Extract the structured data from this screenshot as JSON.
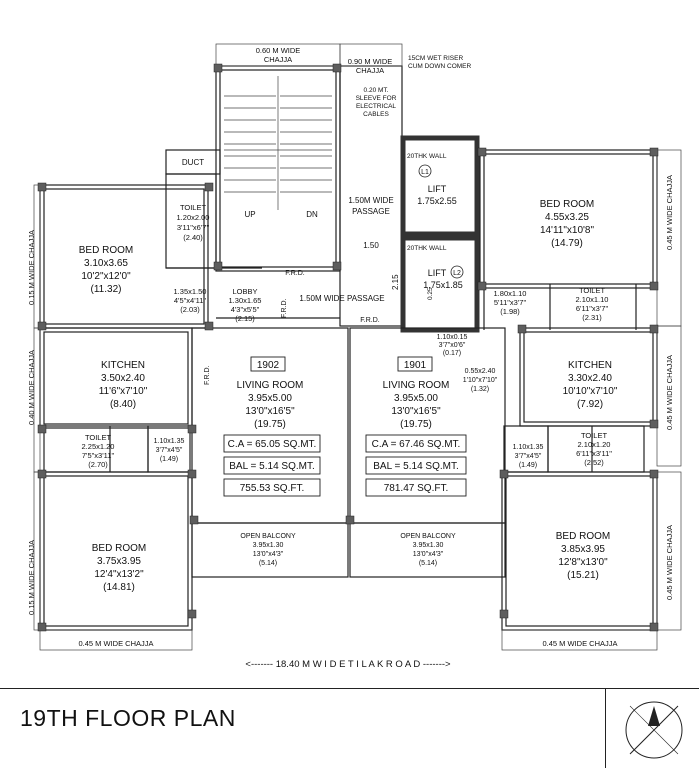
{
  "title": "19TH FLOOR PLAN",
  "road_label": "<------- 18.40 M   W I D E   T I L A K   R O A D ------->",
  "chajjas": {
    "top_stair": [
      "0.60 M WIDE",
      "CHAJJA"
    ],
    "top_passage": [
      "0.90 M WIDE",
      "CHAJJA"
    ],
    "left_top": "0.15 M WIDE CHAJJA",
    "left_mid": "0.40 M WIDE CHAJJA",
    "left_bottom": "0.15 M WIDE CHAJJA",
    "right_top": "0.45 M WIDE CHAJJA",
    "right_mid": "0.45 M WIDE CHAJJA",
    "right_bottom": "0.45 M WIDE CHAJJA",
    "bottom_left": "0.45 M WIDE CHAJJA",
    "bottom_right": "0.45 M WIDE CHAJJA"
  },
  "notes": {
    "wet_riser": [
      "15CM  WET RISER",
      "CUM DOWN COMER"
    ],
    "sleeve": [
      "0.20 MT.",
      "SLEEVE FOR",
      "ELECTRICAL",
      "CABLES"
    ],
    "wall_20thk_1": "20THK WALL",
    "wall_20thk_2": "20THK WALL",
    "duct": "DUCT",
    "passage_top": [
      "1.50M WIDE",
      "PASSAGE"
    ],
    "passage_dim": "1.50",
    "passage_mid": "1.50M WIDE PASSAGE",
    "dim_215": "2.15",
    "dim_025": "0.25",
    "frd": "F.R.D.",
    "stair_up": "UP",
    "stair_dn": "DN"
  },
  "lifts": [
    {
      "name": "LIFT",
      "badge": "L1",
      "size": "1.75x2.55"
    },
    {
      "name": "LIFT",
      "badge": "L2",
      "size": "1.75x1.85"
    }
  ],
  "rooms": {
    "bed_top_left": {
      "name": "BED ROOM",
      "size": "3.10x3.65",
      "imperial": "10'2\"x12'0\"",
      "area": "(11.32)"
    },
    "toilet_top_left": {
      "name": "TOILET",
      "size": "1.20x2.00",
      "imperial": "3'11\"x6'7\"",
      "area": "(2.40)"
    },
    "dress_left": {
      "size": "1.35x1.50",
      "imperial": "4'5\"x4'11\"",
      "area": "(2.03)"
    },
    "lobby": {
      "name": "LOBBY",
      "size": "1.30x1.65",
      "imperial": "4'3\"x5'5\"",
      "area": "(2.15)"
    },
    "bed_top_right": {
      "name": "BED ROOM",
      "size": "4.55x3.25",
      "imperial": "14'11\"x10'8\"",
      "area": "(14.79)"
    },
    "dress_right": {
      "size": "1.80x1.10",
      "imperial": "5'11\"x3'7\"",
      "area": "(1.98)"
    },
    "toilet_top_right": {
      "name": "TOILET",
      "size": "2.10x1.10",
      "imperial": "6'11\"x3'7\"",
      "area": "(2.31)"
    },
    "kitchen_left": {
      "name": "KITCHEN",
      "size": "3.50x2.40",
      "imperial": "11'6\"x7'10\"",
      "area": "(8.40)"
    },
    "kitchen_right": {
      "name": "KITCHEN",
      "size": "3.30x2.40",
      "imperial": "10'10\"x7'10\"",
      "area": "(7.92)"
    },
    "passage_small": {
      "size": "1.10x0.15",
      "imperial": "3'7\"x0'6\"",
      "area": "(0.17)"
    },
    "pass_right": {
      "size": "0.55x2.40",
      "imperial": "1'10\"x7'10\"",
      "area": "(1.32)"
    },
    "toilet_mid_left": {
      "name": "TOILET",
      "size": "2.25x1.20",
      "imperial": "7'5\"x3'11\"",
      "area": "(2.70)"
    },
    "pass_mid_left": {
      "size": "1.10x1.35",
      "imperial": "3'7\"x4'5\"",
      "area": "(1.49)"
    },
    "pass_mid_right": {
      "size": "1.10x1.35",
      "imperial": "3'7\"x4'5\"",
      "area": "(1.49)"
    },
    "toilet_mid_right": {
      "name": "TOILET",
      "size": "2.10x1.20",
      "imperial": "6'11\"x3'11\"",
      "area": "(2.52)"
    },
    "bed_bottom_left": {
      "name": "BED ROOM",
      "size": "3.75x3.95",
      "imperial": "12'4\"x13'2\"",
      "area": "(14.81)"
    },
    "bed_bottom_right": {
      "name": "BED ROOM",
      "size": "3.85x3.95",
      "imperial": "12'8\"x13'0\"",
      "area": "(15.21)"
    },
    "balcony_left": {
      "name": "OPEN BALCONY",
      "size": "3.95x1.30",
      "imperial": "13'0\"x4'3\"",
      "area": "(5.14)"
    },
    "balcony_right": {
      "name": "OPEN BALCONY",
      "size": "3.95x1.30",
      "imperial": "13'0\"x4'3\"",
      "area": "(5.14)"
    }
  },
  "flats": [
    {
      "number": "1902",
      "room": "LIVING ROOM",
      "size": "3.95x5.00",
      "imperial": "13'0\"x16'5\"",
      "area": "(19.75)",
      "carpet": "C.A = 65.05 SQ.MT.",
      "balcony": "BAL = 5.14 SQ.MT.",
      "sqft": "755.53 SQ.FT."
    },
    {
      "number": "1901",
      "room": "LIVING ROOM",
      "size": "3.95x5.00",
      "imperial": "13'0\"x16'5\"",
      "area": "(19.75)",
      "carpet": "C.A = 67.46 SQ.MT.",
      "balcony": "BAL = 5.14 SQ.MT.",
      "sqft": "781.47 SQ.FT."
    }
  ]
}
